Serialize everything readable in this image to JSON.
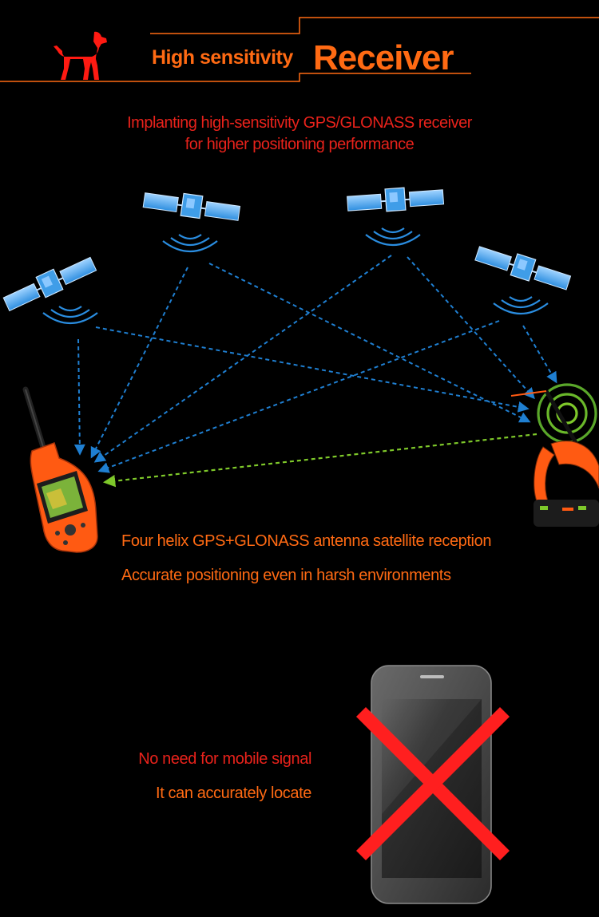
{
  "header": {
    "title_small": "High sensitivity",
    "title_big": "Receiver",
    "accent_color": "#ff6a13",
    "logo_icon": "dog-icon"
  },
  "subtitle": {
    "line1": "Implanting high-sensitivity GPS/GLONASS receiver",
    "line2": "for higher positioning performance",
    "color": "#e8221b"
  },
  "features": {
    "line1": "Four helix GPS+GLONASS antenna satellite reception",
    "line2": "Accurate positioning even in harsh environments"
  },
  "mobile_note": {
    "line1": "No need for mobile signal",
    "line2": "It can accurately locate",
    "line1_color": "#e8221b",
    "line2_color": "#ff6a13"
  },
  "icons": [
    "satellite-icon",
    "handheld-gps-icon",
    "dog-collar-icon",
    "smartphone-icon",
    "red-x-icon"
  ],
  "colors": {
    "signal_blue": "#1f7fd1",
    "signal_green": "#7ec82a",
    "device_orange": "#ff5a12",
    "cross_red": "#ff1f1f"
  }
}
